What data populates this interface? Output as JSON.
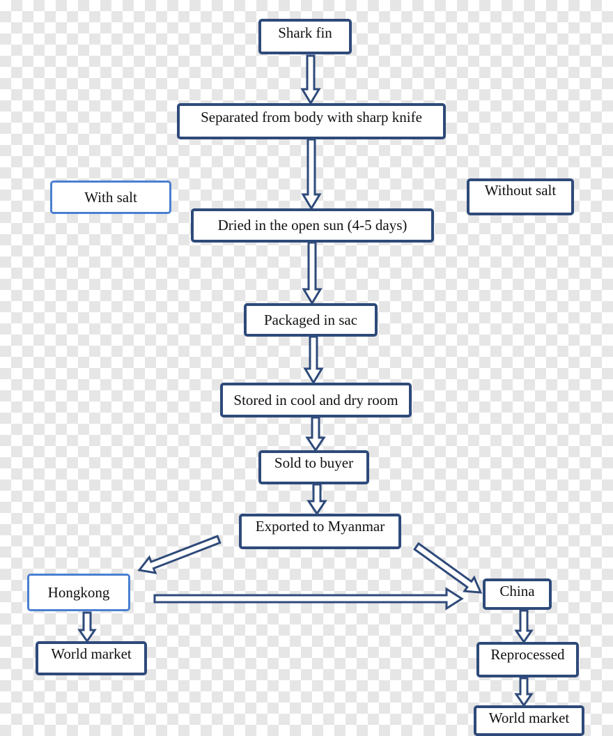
{
  "colors": {
    "box_border": "#2e4a7a",
    "box_border_light": "#4a7fd0",
    "arrow": "#2e4a7a"
  },
  "nodes": {
    "shark_fin": "Shark fin",
    "separated": "Separated from body with sharp knife",
    "with_salt": "With salt",
    "without_salt": "Without salt",
    "dried": "Dried in the open sun (4-5 days)",
    "packaged": "Packaged in sac",
    "stored": "Stored in cool and dry room",
    "sold": "Sold to buyer",
    "exported": "Exported to Myanmar",
    "hongkong": "Hongkong",
    "world_market_left": "World market",
    "china": "China",
    "reprocessed": "Reprocessed",
    "world_market_right": "World market"
  }
}
